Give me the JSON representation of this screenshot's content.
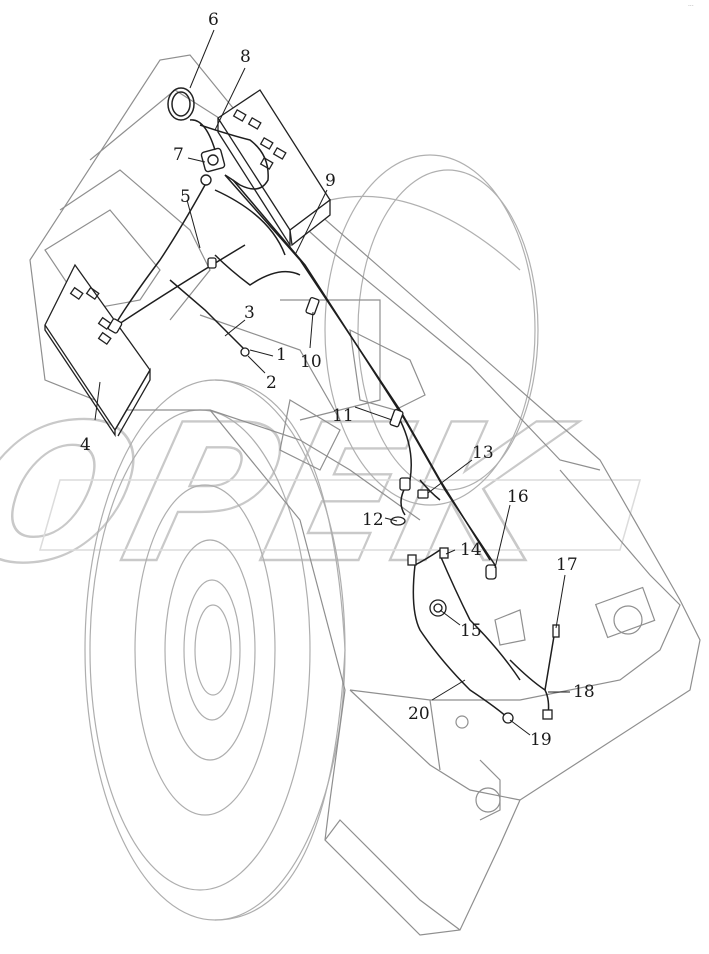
{
  "diagram": {
    "watermark_text": "OPEK",
    "corner_mark": "···",
    "callouts": [
      "6",
      "8",
      "7",
      "9",
      "5",
      "3",
      "1",
      "2",
      "10",
      "4",
      "11",
      "13",
      "16",
      "12",
      "14",
      "17",
      "15",
      "18",
      "20",
      "19"
    ]
  }
}
